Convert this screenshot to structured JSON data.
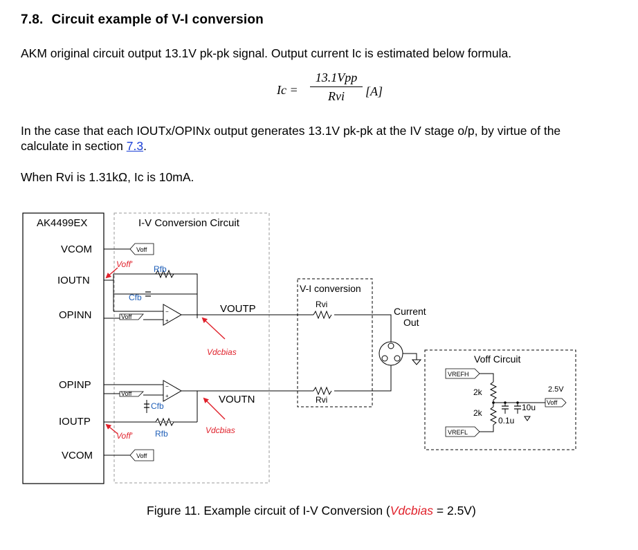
{
  "heading": {
    "number": "7.8.",
    "title": "Circuit example of V-I conversion"
  },
  "para1": "AKM original circuit output 13.1V pk-pk signal. Output current Ic is estimated below formula.",
  "formula": {
    "lhs": "Ic =",
    "numerator": "13.1Vpp",
    "denominator": "Rvi",
    "unit": "[A]"
  },
  "para2_line1": "In the case that each IOUTx/OPINx output generates 13.1V pk-pk at the IV stage o/p, by virtue of the",
  "para2_line2_prefix": "calculate in section ",
  "para2_link": "7.3",
  "para2_line2_suffix": ".",
  "para3": "When Rvi is 1.31kΩ, Ic is 10mA.",
  "schematic": {
    "chip_name": "AK4499EX",
    "pins": {
      "vcom_top": "VCOM",
      "ioutn": "IOUTN",
      "opinn": "OPINN",
      "opinp": "OPINP",
      "ioutp": "IOUTP",
      "vcom_bottom": "VCOM"
    },
    "iv_title": "I-V Conversion Circuit",
    "voff": "Voff",
    "voff_prime": "Voff'",
    "rfb": "Rfb",
    "cfb": "Cfb",
    "voutp": "VOUTP",
    "voutn": "VOUTN",
    "vdcbias": "Vdcbias",
    "vi_title": "V-I conversion",
    "rvi": "Rvi",
    "current_out_1": "Current",
    "current_out_2": "Out",
    "voff_circuit_title": "Voff Circuit",
    "vrefh": "VREFH",
    "vrefl": "VREFL",
    "r2k": "2k",
    "c10u": "10u",
    "c01u": "0.1u",
    "v25": "2.5V"
  },
  "caption": {
    "prefix": "Figure 11. Example circuit of I-V Conversion (",
    "emph": "Vdcbias",
    "suffix": " = 2.5V)"
  },
  "colors": {
    "accent_red": "#e0202a",
    "cap_blue": "#1f5fb8",
    "link_blue": "#1a3fd6"
  }
}
